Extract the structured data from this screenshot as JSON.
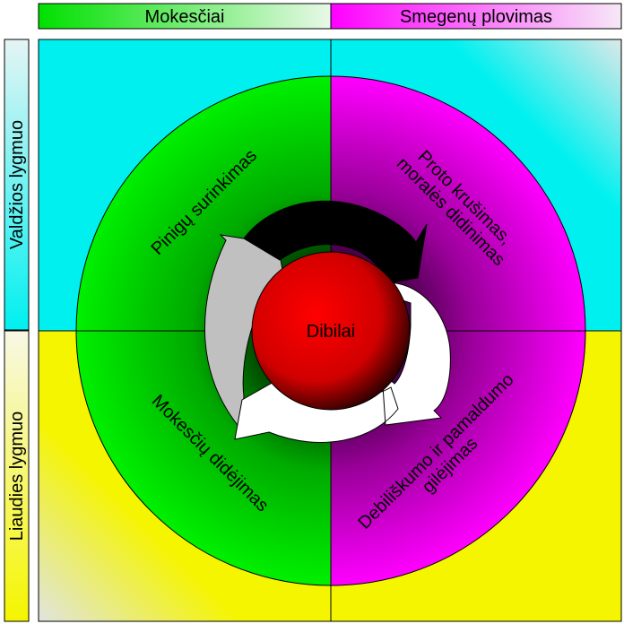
{
  "columns": {
    "left_header": "Mokesčiai",
    "right_header": "Smegenų plovimas"
  },
  "rows": {
    "top_label": "Valdžios lygmuo",
    "bottom_label": "Liaudies lygmuo"
  },
  "quadrants": {
    "top_left": "Pinigų surinkimas",
    "top_right_line1": "Proto krušimas,",
    "top_right_line2": "moralės didinimas",
    "bottom_left": "Mokesčių didėjimas",
    "bottom_right_line1": "Debiliškumo ir pamaldumo",
    "bottom_right_line2": "gilėjimas"
  },
  "center_label": "Dibilai",
  "colors": {
    "green": "#00ee00",
    "magenta": "#ff00ff",
    "cyan": "#00f0f0",
    "yellow": "#f5f500",
    "red": "#ff0000",
    "black_arrow": "#000000",
    "grey_arrow": "#c0c0c0",
    "white_arrow": "#ffffff"
  }
}
